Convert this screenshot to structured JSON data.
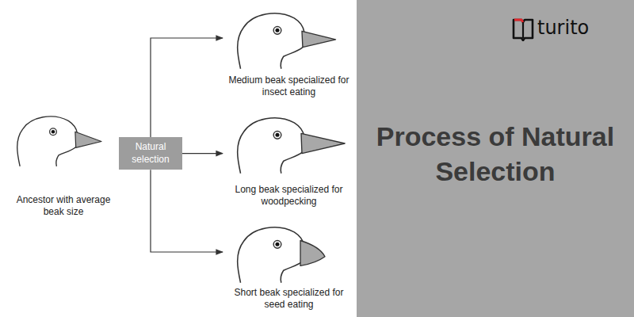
{
  "diagram": {
    "title": "Process of Natural Selection",
    "nodes": [
      {
        "text": [
          "Ancestor with average beak size"
        ]
      },
      {
        "text": [
          "Natural selection"
        ]
      },
      {
        "text": [
          "Medium beak specialized for insect eating"
        ]
      },
      {
        "text": [
          "Long beak specialized for woodpecking"
        ]
      },
      {
        "text": [
          "Short beak specialized for seed eating"
        ]
      }
    ],
    "edges": [
      {
        "from": 1,
        "to": 2,
        "arrow": "to"
      },
      {
        "from": 1,
        "to": 3,
        "arrow": "to"
      },
      {
        "from": 1,
        "to": 4,
        "arrow": "to"
      }
    ],
    "labels": [
      "turito"
    ]
  }
}
